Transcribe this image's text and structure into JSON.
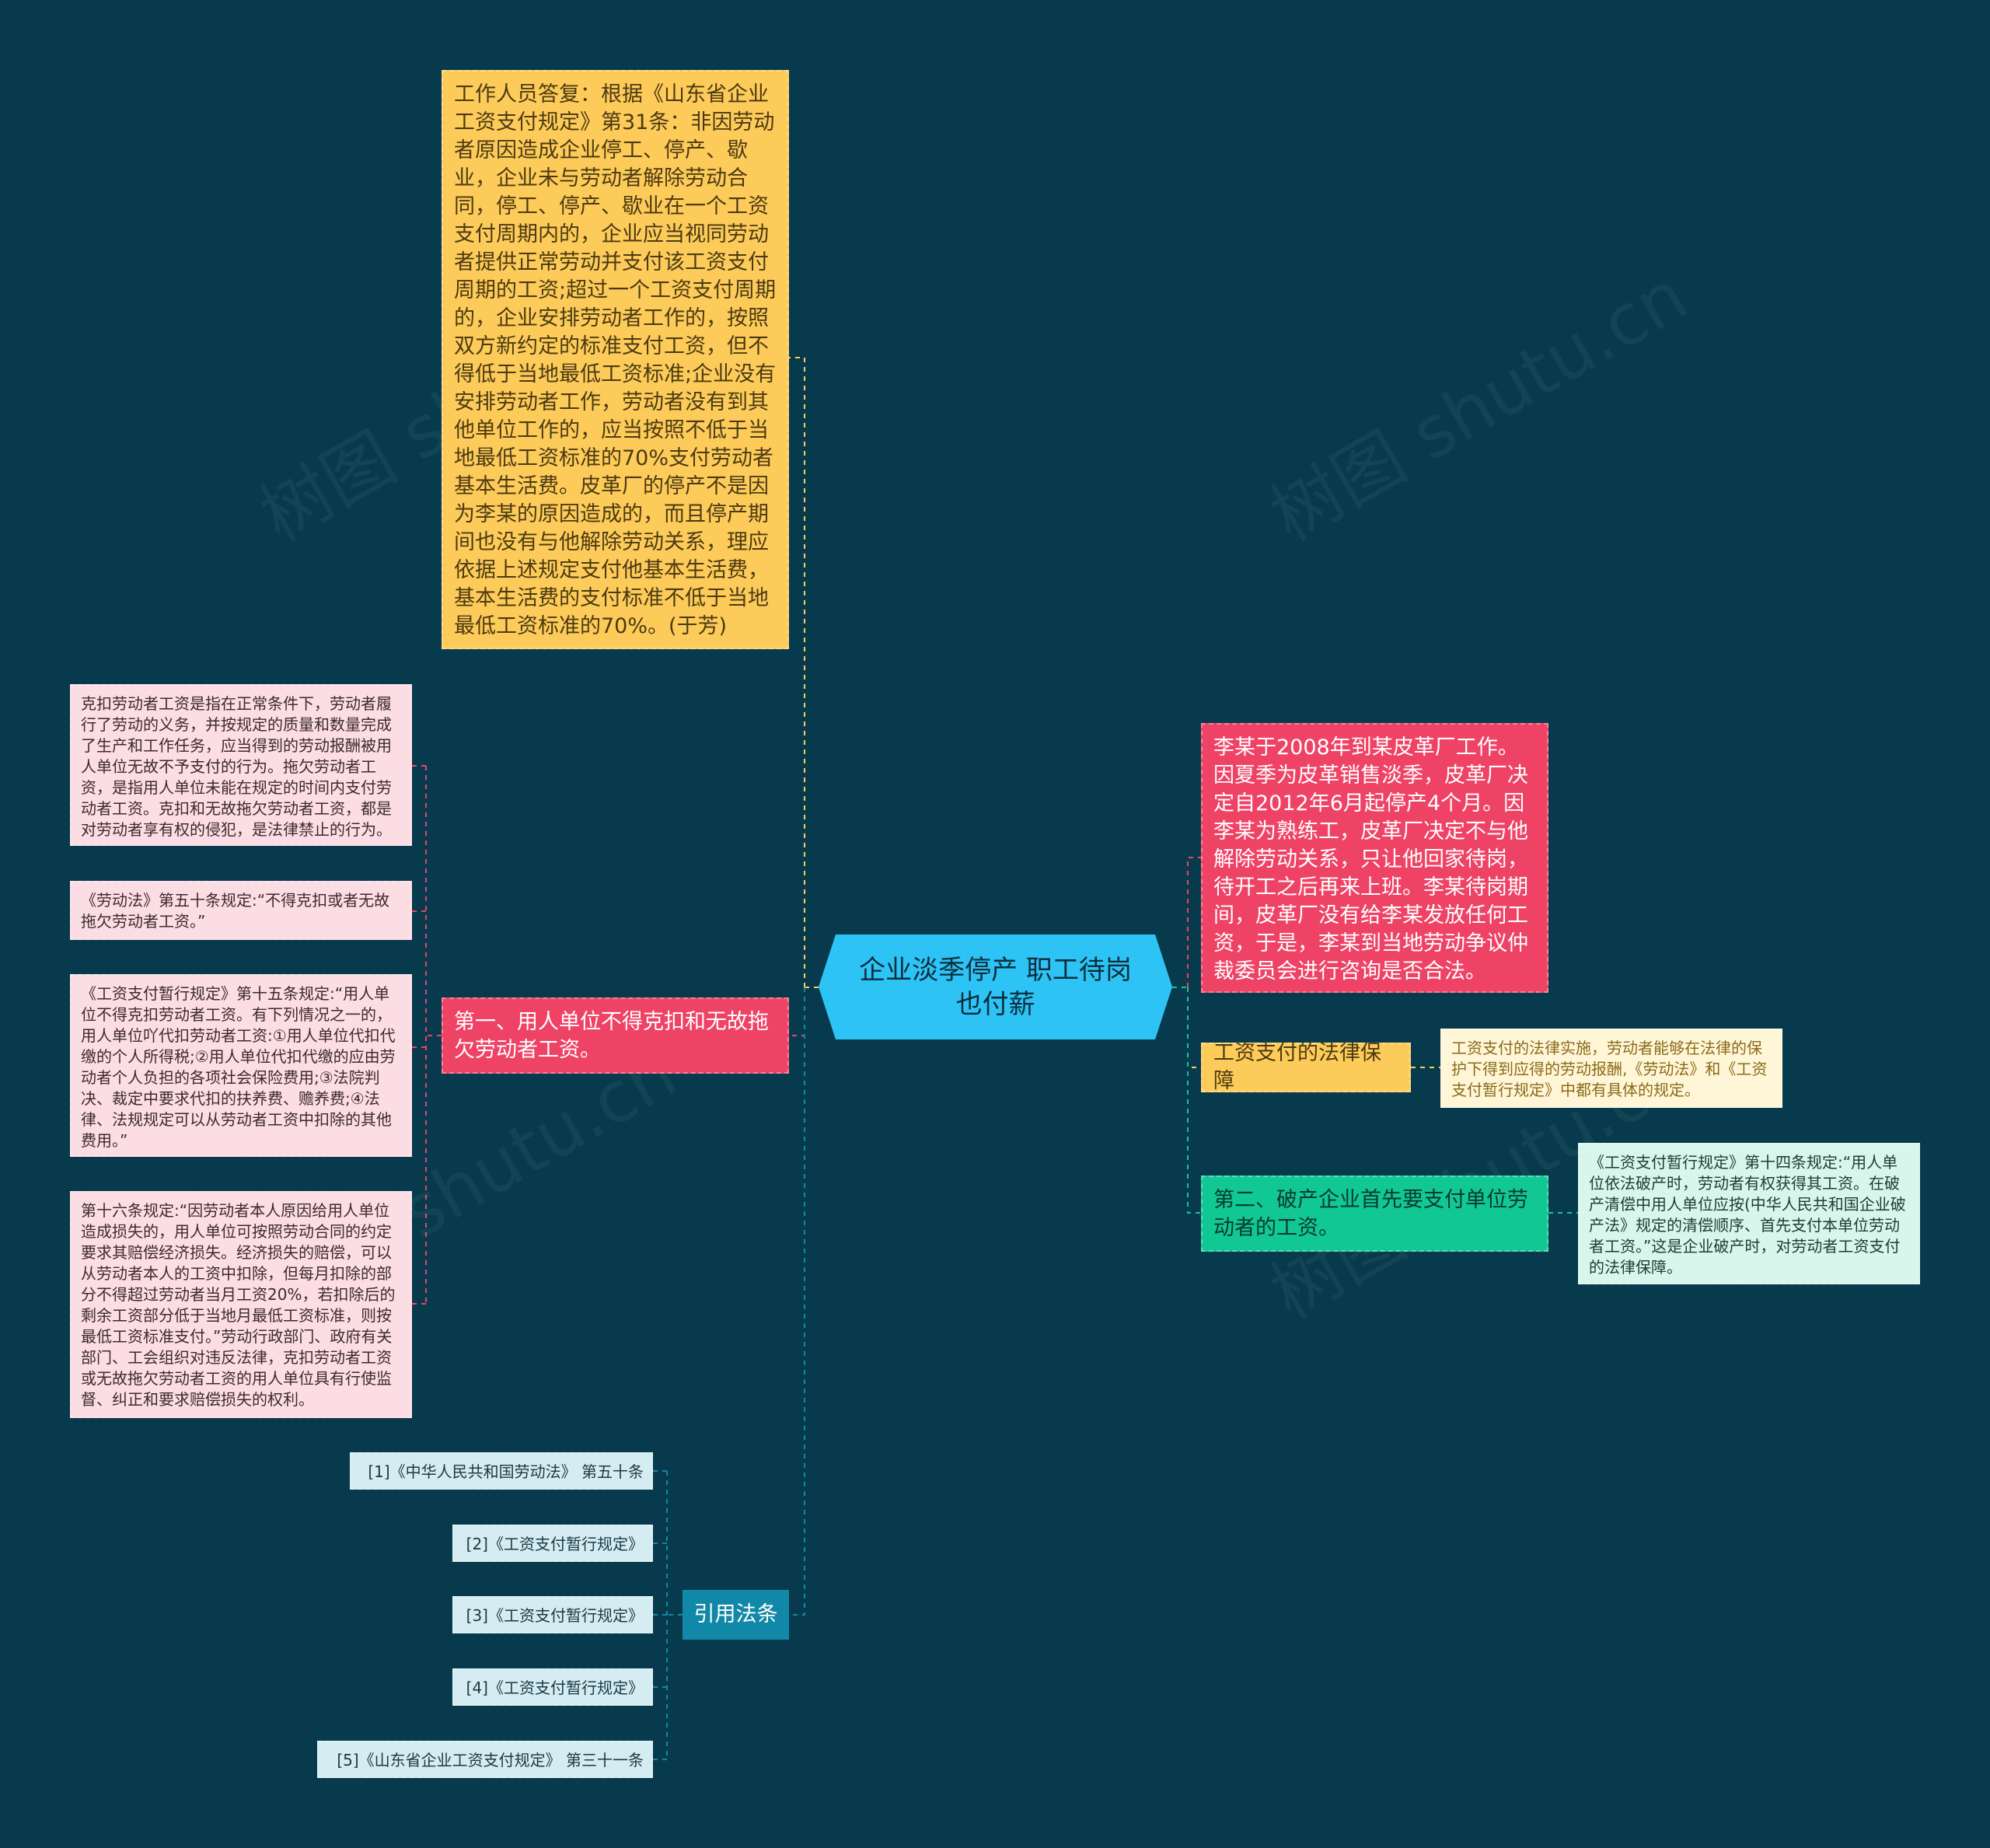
{
  "root": {
    "label": "企业淡季停产 职工待岗也付薪"
  },
  "left": {
    "reply": "工作人员答复：根据《山东省企业工资支付规定》第31条：非因劳动者原因造成企业停工、停产、歇业，企业未与劳动者解除劳动合同，停工、停产、歇业在一个工资支付周期内的，企业应当视同劳动者提供正常劳动并支付该工资支付周期的工资;超过一个工资支付周期的，企业安排劳动者工作的，按照双方新约定的标准支付工资，但不得低于当地最低工资标准;企业没有安排劳动者工作，劳动者没有到其他单位工作的，应当按照不低于当地最低工资标准的70%支付劳动者基本生活费。皮革厂的停产不是因为李某的原因造成的，而且停产期间也没有与他解除劳动关系，理应依据上述规定支付他基本生活费，基本生活费的支付标准不低于当地最低工资标准的70%。(于芳)",
    "first": {
      "label": "第一、用人单位不得克扣和无故拖欠劳动者工资。",
      "details": [
        "克扣劳动者工资是指在正常条件下，劳动者履行了劳动的义务，并按规定的质量和数量完成了生产和工作任务，应当得到的劳动报酬被用人单位无故不予支付的行为。拖欠劳动者工资，是指用人单位未能在规定的时间内支付劳动者工资。克扣和无故拖欠劳动者工资，都是对劳动者享有权的侵犯，是法律禁止的行为。",
        "《劳动法》第五十条规定:“不得克扣或者无故拖欠劳动者工资。”",
        "《工资支付暂行规定》第十五条规定:“用人单位不得克扣劳动者工资。有下列情况之一的，用人单位吖代扣劳动者工资:①用人单位代扣代缴的个人所得税;②用人单位代扣代缴的应由劳动者个人负担的各项社会保险费用;③法院判决、裁定中要求代扣的扶养费、赡养费;④法律、法规规定可以从劳动者工资中扣除的其他费用。”",
        "第十六条规定:“因劳动者本人原因给用人单位造成损失的，用人单位可按照劳动合同的约定要求其赔偿经济损失。经济损失的赔偿，可以从劳动者本人的工资中扣除，但每月扣除的部分不得超过劳动者当月工资20%，若扣除后的剩余工资部分低于当地月最低工资标准，则按最低工资标准支付。”劳动行政部门、政府有关部门、工会组织对违反法律，克扣劳动者工资或无故拖欠劳动者工资的用人单位具有行使监督、纠正和要求赔偿损失的权利。"
      ]
    },
    "refs": {
      "label": "引用法条",
      "items": [
        "[1]《中华人民共和国劳动法》 第五十条",
        "[2]《工资支付暂行规定》",
        "[3]《工资支付暂行规定》",
        "[4]《工资支付暂行规定》",
        "[5]《山东省企业工资支付规定》 第三十一条"
      ]
    }
  },
  "right": {
    "case": "李某于2008年到某皮革厂工作。因夏季为皮革销售淡季，皮革厂决定自2012年6月起停产4个月。因李某为熟练工，皮革厂决定不与他解除劳动关系，只让他回家待岗，待开工之后再来上班。李某待岗期间，皮革厂没有给李某发放任何工资，于是，李某到当地劳动争议仲裁委员会进行咨询是否合法。",
    "guarantee": {
      "label": "工资支付的法律保障",
      "detail": "工资支付的法律实施，劳动者能够在法律的保护下得到应得的劳动报酬,《劳动法》和《工资支付暂行规定》中都有具体的规定。"
    },
    "second": {
      "label": "第二、破产企业首先要支付单位劳动者的工资。",
      "detail": "《工资支付暂行规定》第十四条规定:“用人单位依法破产时，劳动者有权获得其工资。在破产清偿中用人单位应按(中华人民共和国企业破产法》规定的清偿顺序、首先支付本单位劳动者工资。”这是企业破产时，对劳动者工资支付的法律保障。"
    }
  },
  "colors": {
    "background": "#073a4d",
    "root": "#2ec3f5",
    "yellow": "#fdcb5a",
    "pink": "#ef4366",
    "teal": "#11c894",
    "blue": "#1288a8"
  },
  "watermark": "树图 shutu.cn"
}
